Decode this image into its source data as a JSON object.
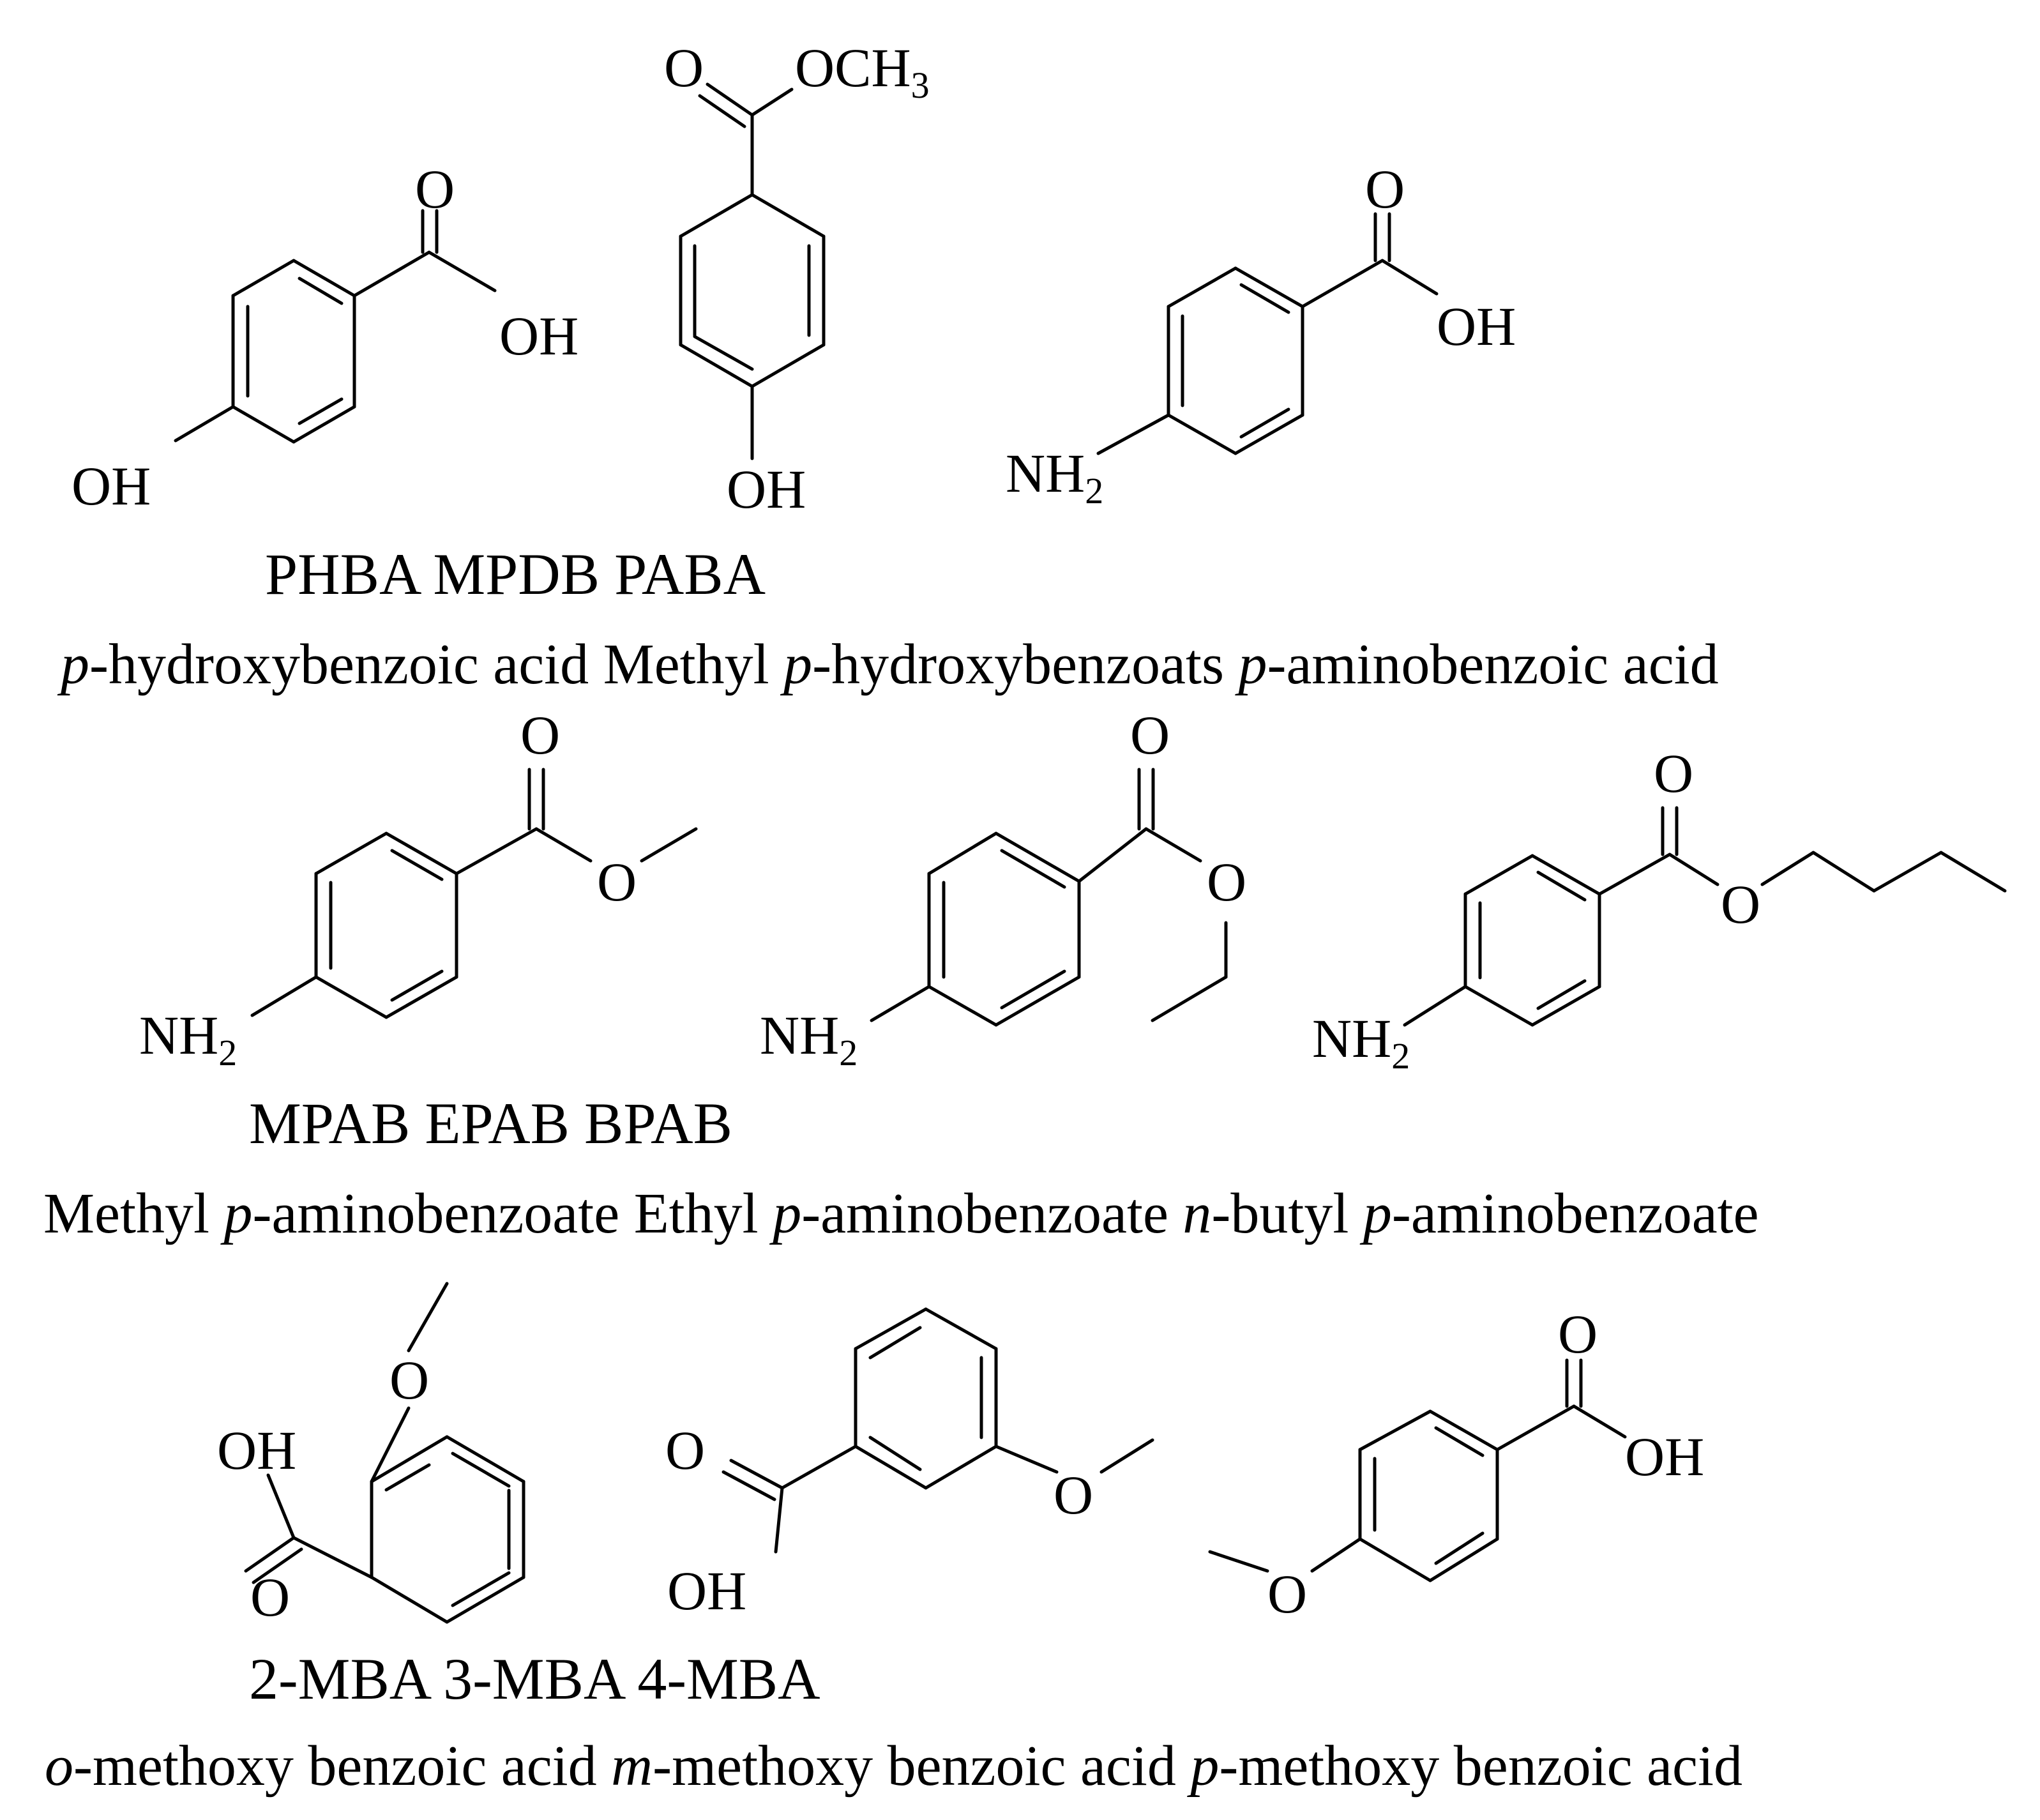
{
  "rows": [
    {
      "abbreviations": "PHBA MPDB PABA",
      "names": [
        {
          "prefix": "p",
          "text": "-hydroxybenzoic acid "
        },
        {
          "plain": "Methyl "
        },
        {
          "prefix": "p",
          "text": "-hydroxybenzoats "
        },
        {
          "prefix": "p",
          "text": "-aminobenzoic acid"
        }
      ]
    },
    {
      "abbreviations": "MPAB EPAB BPAB",
      "names": [
        {
          "plain": "Methyl "
        },
        {
          "prefix": "p",
          "text": "-aminobenzoate "
        },
        {
          "plain": "Ethyl "
        },
        {
          "prefix": "p",
          "text": "-aminobenzoate "
        },
        {
          "prefix": "n",
          "text": "-butyl "
        },
        {
          "prefix": "p",
          "text": "-aminobenzoate"
        }
      ]
    },
    {
      "abbreviations": "2-MBA 3-MBA 4-MBA",
      "names": [
        {
          "prefix": "o",
          "text": "-methoxy benzoic acid "
        },
        {
          "prefix": "m",
          "text": "-methoxy benzoic acid "
        },
        {
          "prefix": "p",
          "text": "-methoxy benzoic acid"
        }
      ]
    }
  ],
  "atom_labels": {
    "O": "O",
    "OH": "OH",
    "OCH": "OCH",
    "three": "3",
    "NH": "NH",
    "two": "2"
  }
}
